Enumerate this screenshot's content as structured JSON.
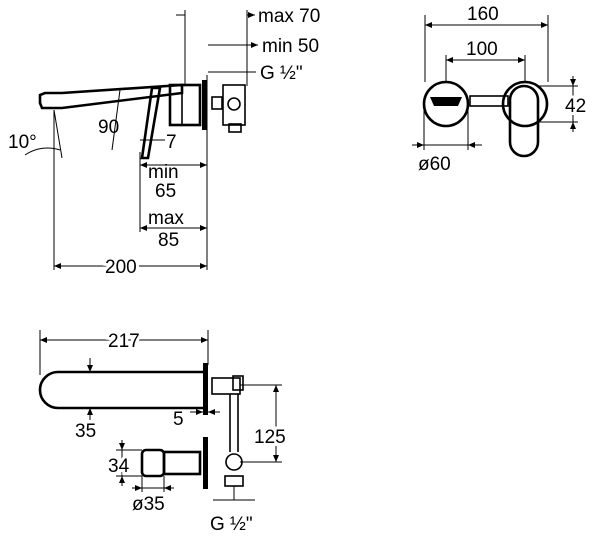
{
  "side_view": {
    "max_depth": "max 70",
    "min_depth": "min 50",
    "thread_top": "G ½\"",
    "angle_spout": "10°",
    "angle_lever": "90",
    "lever_gap": "7",
    "min_label": "min",
    "min_value": "65",
    "max_label": "max",
    "max_value": "85",
    "overall_length": "200"
  },
  "front_view": {
    "width_total": "160",
    "center_distance": "100",
    "handle_height": "42",
    "rosette_diameter": "ø60"
  },
  "bottom_view": {
    "spout_length": "217",
    "spout_height": "35",
    "rosette_gap": "5",
    "vertical_distance": "125",
    "handle_height": "34",
    "handle_diameter": "ø35",
    "thread_bottom": "G ½\""
  }
}
